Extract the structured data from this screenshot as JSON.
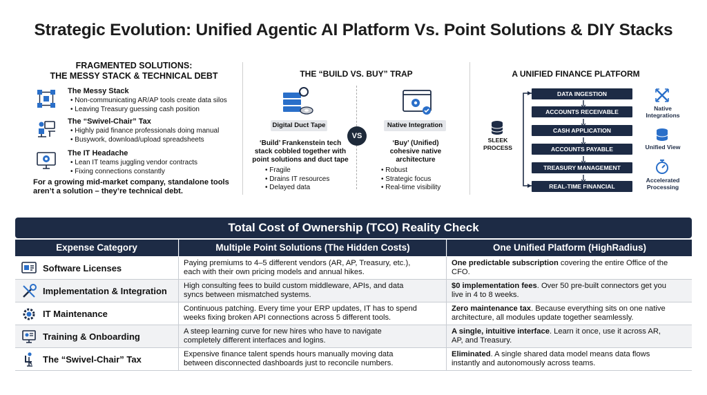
{
  "title": "Strategic Evolution: Unified Agentic AI Platform Vs. Point Solutions & DIY Stacks",
  "colors": {
    "navy": "#1d2b45",
    "accent_blue": "#2a6fc9"
  },
  "fragmented": {
    "heading_line1": "FRAGMENTED SOLUTIONS:",
    "heading_line2": "THE MESSY STACK & TECHNICAL DEBT",
    "items": [
      {
        "icon": "network-icon",
        "title": "The Messy Stack",
        "bullets": [
          "Non-communicating AR/AP tools create data silos",
          "Leaving Treasury guessing cash position"
        ]
      },
      {
        "icon": "swivel-chair-icon",
        "title": "The “Swivel-Chair” Tax",
        "bullets": [
          "Highly paid finance professionals doing manual",
          "Busywork, download/upload spreadsheets"
        ]
      },
      {
        "icon": "gear-monitor-icon",
        "title": "The IT Headache",
        "bullets": [
          "Lean IT teams juggling vendor contracts",
          "Fixing connections constantly"
        ]
      }
    ],
    "footer_line1": "For a growing mid-market company, standalone tools",
    "footer_line2": "aren’t a solution – they’re technical debt."
  },
  "build_vs_buy": {
    "heading": "THE “BUILD VS. BUY” TRAP",
    "vs": "VS",
    "build": {
      "tag": "Digital Duct Tape",
      "desc_line1": "‘Build’ Frankenstein tech",
      "desc_line2": "stack cobbled together with",
      "desc_line3": "point solutions and duct tape",
      "bullets": [
        "Fragile",
        "Drains IT resources",
        "Delayed data"
      ]
    },
    "buy": {
      "tag": "Native Integration",
      "desc_line1": "‘Buy’ (Unified)",
      "desc_line2": "cohesive native",
      "desc_line3": "architecture",
      "bullets": [
        "Robust",
        "Strategic focus",
        "Real-time visibility"
      ]
    }
  },
  "unified": {
    "heading": "A UNIFIED FINANCE PLATFORM",
    "sleek_line1": "SLEEK",
    "sleek_line2": "PROCESS",
    "steps": [
      "DATA INGESTION",
      "ACCOUNTS RECEIVABLE",
      "CASH APPLICATION",
      "ACCOUNTS PAYABLE",
      "TREASURY MANAGEMENT",
      "REAL-TIME FINANCIAL REPORTING"
    ],
    "features": [
      {
        "icon": "integrations-icon",
        "line1": "Native",
        "line2": "Integrations"
      },
      {
        "icon": "database-icon",
        "line1": "Unified View",
        "line2": ""
      },
      {
        "icon": "stopwatch-icon",
        "line1": "Accelerated",
        "line2": "Processing"
      }
    ]
  },
  "tco": {
    "heading": "Total Cost of Ownership (TCO) Reality Check",
    "columns": [
      "Expense Category",
      "Multiple Point Solutions (The Hidden Costs)",
      "One Unified Platform (HighRadius)"
    ],
    "rows": [
      {
        "icon": "license-icon",
        "category": "Software Licenses",
        "point_l1": "Paying premiums to 4–5 different vendors (AR, AP, Treasury, etc.),",
        "point_l2": "each with their own pricing models and annual hikes.",
        "unified_bold": "One predictable subscription",
        "unified_l1": " covering the entire Office of the",
        "unified_l2": "CFO."
      },
      {
        "icon": "tools-icon",
        "category": "Implementation & Integration",
        "point_l1": "High consulting fees to build custom middleware, APIs, and data",
        "point_l2": "syncs between mismatched systems.",
        "unified_bold": "$0 implementation fees",
        "unified_l1": ". Over 50 pre-built connectors get you",
        "unified_l2": "live in 4 to 8 weeks."
      },
      {
        "icon": "gears-icon",
        "category": "IT Maintenance",
        "point_l1": "Continuous patching. Every time your ERP updates, IT has to spend",
        "point_l2": "weeks fixing broken API connections across 5 different tools.",
        "unified_bold": "Zero maintenance tax",
        "unified_l1": ". Because everything sits on one native",
        "unified_l2": "architecture, all modules update together seamlessly."
      },
      {
        "icon": "training-icon",
        "category": "Training & Onboarding",
        "point_l1": "A steep learning curve for new hires who have to navigate",
        "point_l2": "completely different interfaces and logins.",
        "unified_bold": "A single, intuitive interface",
        "unified_l1": ". Learn it once, use it across AR,",
        "unified_l2": "AP, and Treasury."
      },
      {
        "icon": "chair-icon",
        "category": "The “Swivel-Chair” Tax",
        "point_l1": "Expensive finance talent spends hours manually moving data",
        "point_l2": "between disconnected dashboards just to reconcile numbers.",
        "unified_bold": "Eliminated",
        "unified_l1": ". A single shared data model means data flows",
        "unified_l2": "instantly and autonomously across teams."
      }
    ]
  }
}
